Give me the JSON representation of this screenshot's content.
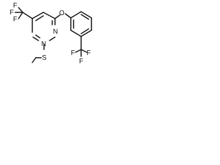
{
  "molecule": {
    "atoms": {
      "n_upper": "N",
      "n_lower": "N",
      "o_ether": "O",
      "s_thio": "S",
      "f_left_a": "F",
      "f_left_b": "F",
      "f_left_c": "F",
      "f_right_a": "F",
      "f_right_b": "F",
      "f_right_c": "F"
    }
  }
}
